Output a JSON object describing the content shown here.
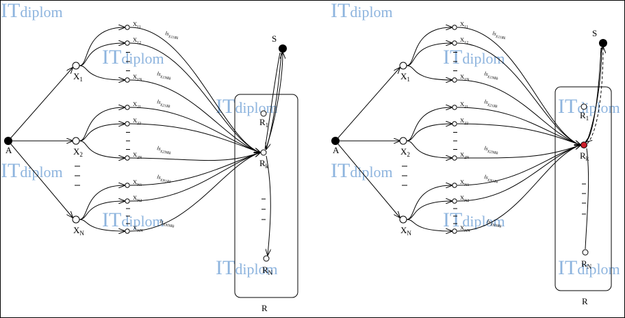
{
  "watermark": {
    "it": "IT",
    "rest": "diplom"
  },
  "left_diagram": {
    "source": "A",
    "sink": "S",
    "group": "R",
    "branches": [
      {
        "label": "X",
        "sub": "1",
        "leaves": [
          "X11",
          "X12",
          "X1N"
        ]
      },
      {
        "label": "X",
        "sub": "2",
        "leaves": [
          "X21",
          "X22",
          "X2N"
        ]
      },
      {
        "label": "X",
        "sub": "N",
        "leaves": [
          "XN1",
          "XN2",
          "XNN"
        ]
      }
    ],
    "r_nodes": [
      {
        "label": "R",
        "sub": "1"
      },
      {
        "label": "R",
        "sub": "k"
      },
      {
        "label": "R",
        "sub": "N"
      }
    ],
    "edge_labels": [
      "lsX11Rk",
      "lsX1NRk",
      "lsX21Rk",
      "lsX2NRk",
      "lsXN1Rk",
      "lsXNNRk"
    ]
  },
  "right_diagram": {
    "source": "A",
    "sink": "S",
    "group": "R",
    "branches": [
      {
        "label": "X",
        "sub": "1",
        "leaves": [
          "X11",
          "X12",
          "X1N"
        ]
      },
      {
        "label": "X",
        "sub": "2",
        "leaves": [
          "X21",
          "X22",
          "X2N"
        ]
      },
      {
        "label": "X",
        "sub": "N",
        "leaves": [
          "XN1",
          "XN2",
          "XNN"
        ]
      }
    ],
    "r_nodes": [
      {
        "label": "R",
        "sub": "1"
      },
      {
        "label": "R",
        "sub": "k"
      },
      {
        "label": "R",
        "sub": "N"
      }
    ],
    "edge_labels": [
      "lsX11Rk",
      "lsX1NRk",
      "lsX21Rk",
      "lsX2NRk",
      "lsXN1Rk",
      "lsXNNRk"
    ]
  },
  "colors": {
    "highlight": "#cc1f2a",
    "watermark": "#7aa7d9"
  }
}
